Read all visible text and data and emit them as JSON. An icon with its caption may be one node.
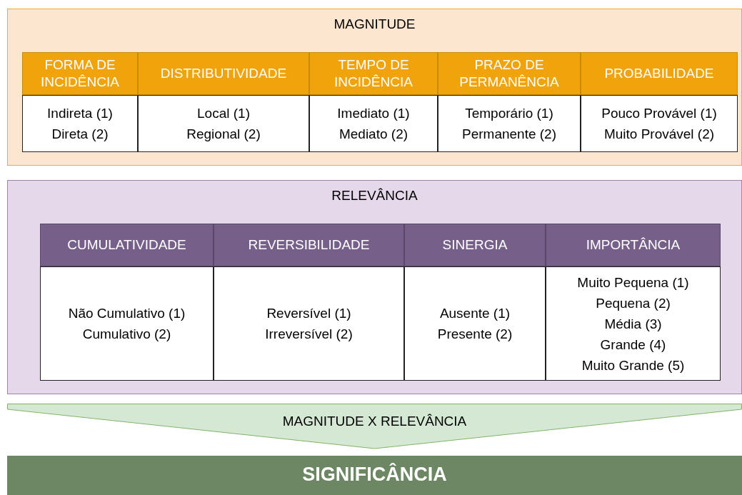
{
  "diagram": {
    "nodes": [
      {
        "text": [
          "MAGNITUDE"
        ]
      },
      {
        "text": [
          "FORMA DE INCIDÊNCIA"
        ],
        "in": 0
      },
      {
        "text": [
          "DISTRIBUTIVIDADE"
        ],
        "in": 0
      },
      {
        "text": [
          "TEMPO DE INCIDÊNCIA"
        ],
        "in": 0
      },
      {
        "text": [
          "PRAZO DE PERMANÊNCIA"
        ],
        "in": 0
      },
      {
        "text": [
          "PROBABILIDADE"
        ],
        "in": 0
      },
      {
        "text": [
          "Indireta (1)",
          "Direta (2)"
        ],
        "in": 0
      },
      {
        "text": [
          "Local (1)",
          "Regional (2)"
        ],
        "in": 0
      },
      {
        "text": [
          "Imediato (1)",
          "Mediato (2)"
        ],
        "in": 0
      },
      {
        "text": [
          "Temporário (1)",
          "Permanente (2)"
        ],
        "in": 0
      },
      {
        "text": [
          "Pouco Provável (1)",
          "Muito Provável (2)"
        ],
        "in": 0
      },
      {
        "text": [
          "RELEVÂNCIA"
        ]
      },
      {
        "text": [
          "CUMULATIVIDADE"
        ],
        "in": 11
      },
      {
        "text": [
          "REVERSIBILIDADE"
        ],
        "in": 11
      },
      {
        "text": [
          "SINERGIA"
        ],
        "in": 11
      },
      {
        "text": [
          "IMPORTÂNCIA"
        ],
        "in": 11
      },
      {
        "text": [
          "Não Cumulativo (1)",
          "Cumulativo (2)"
        ],
        "in": 11
      },
      {
        "text": [
          "Reversível (1)",
          "Irreversível (2)"
        ],
        "in": 11
      },
      {
        "text": [
          "Ausente (1)",
          "Presente (2)"
        ],
        "in": 11
      },
      {
        "text": [
          "Muito Pequena (1)",
          "Pequena (2)",
          "Média (3)",
          "Grande (4)",
          "Muito Grande (5)"
        ],
        "in": 11
      },
      {
        "text": [
          "MAGNITUDE X RELEVÂNCIA"
        ]
      },
      {
        "text": [
          "SIGNIFICÂNCIA"
        ]
      }
    ]
  }
}
